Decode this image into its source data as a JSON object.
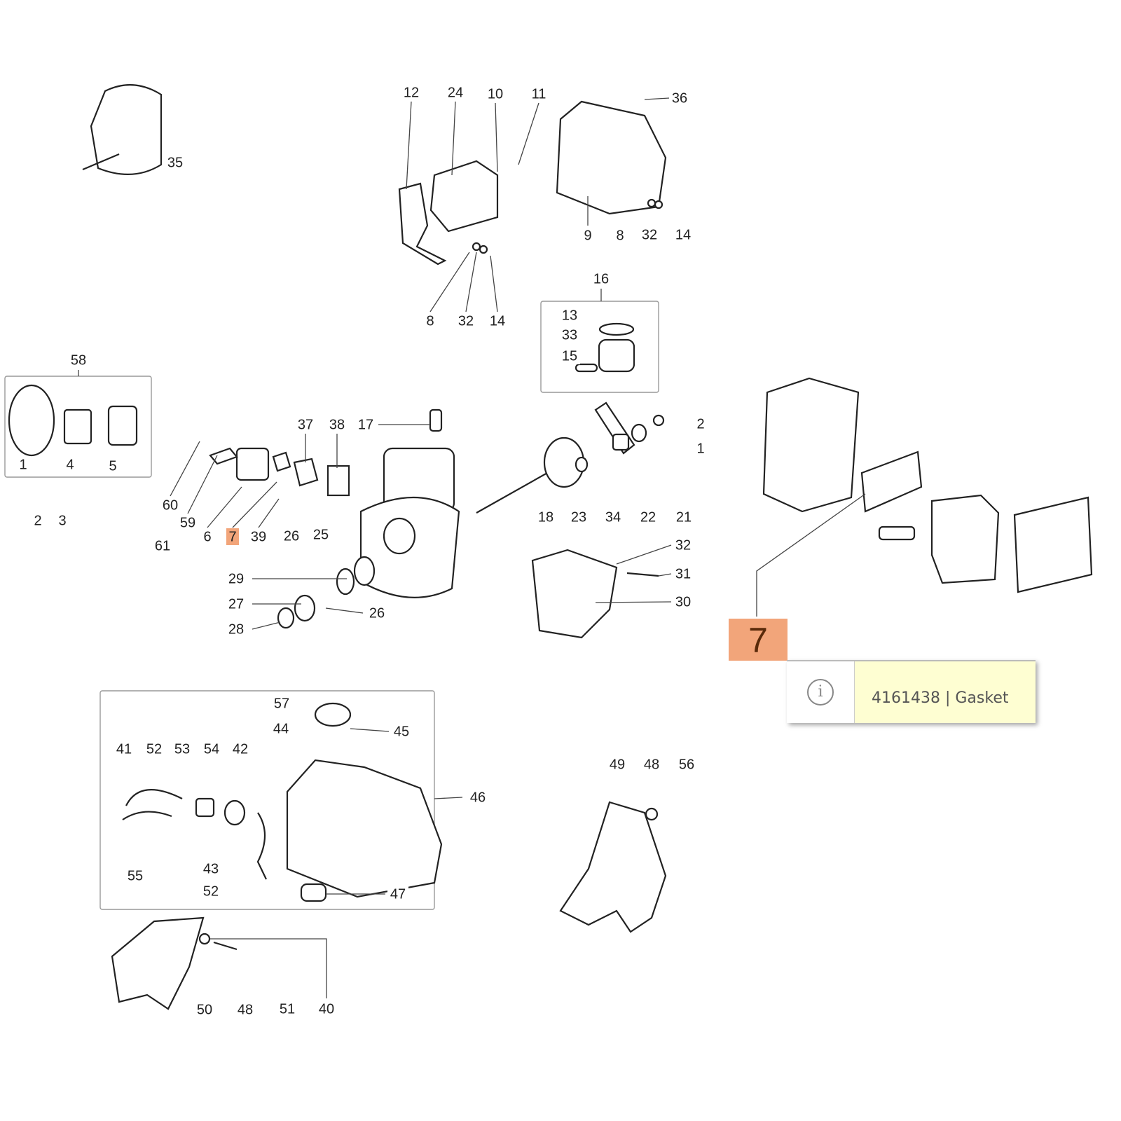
{
  "callout_labels": [
    "35",
    "12",
    "24",
    "10",
    "11",
    "36",
    "9",
    "8",
    "32",
    "14",
    "8",
    "32",
    "14",
    "16",
    "13",
    "33",
    "15",
    "58",
    "1",
    "4",
    "5",
    "2",
    "3",
    "60",
    "59",
    "6",
    "7",
    "39",
    "61",
    "37",
    "38",
    "17",
    "26",
    "25",
    "29",
    "27",
    "28",
    "26",
    "2",
    "1",
    "18",
    "23",
    "34",
    "22",
    "21",
    "32",
    "31",
    "30",
    "57",
    "44",
    "45",
    "46",
    "41",
    "52",
    "53",
    "54",
    "42",
    "55",
    "43",
    "52",
    "47",
    "49",
    "48",
    "56",
    "50",
    "48",
    "51",
    "40"
  ],
  "highlighted_label": "7",
  "selected_part": {
    "number": "7",
    "tooltip_text": "4161438 | Gasket",
    "icon": "info-icon"
  },
  "colors": {
    "highlight": "#f2a57a",
    "tooltip_bg": "#fefed2"
  }
}
